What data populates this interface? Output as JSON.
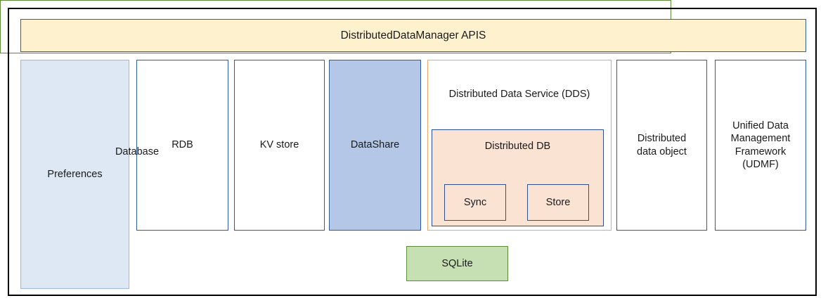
{
  "diagram": {
    "title_banner": {
      "label": "DistributedDataManager APIS",
      "fill": "#FDF1CE",
      "border": "#2E5E94"
    },
    "columns": {
      "preferences": {
        "label": "Preferences",
        "fill": "#DEE8F4",
        "border": "#9CB8DC"
      },
      "rdb": {
        "label": "RDB",
        "fill": "#FFFFFF",
        "border": "#2E5E94"
      },
      "kv_store": {
        "label": "KV store",
        "fill": "#FFFFFF",
        "border": "#2E5E94"
      },
      "datashare": {
        "label": "DataShare",
        "fill": "#B4C7E7",
        "border": "#2E5E94"
      },
      "distributed_data_object": {
        "label": "Distributed\ndata object",
        "fill": "#FFFFFF",
        "border": "#2E5E94"
      },
      "udmf": {
        "label": "Unified Data\nManagement\nFramework\n(UDMF)",
        "fill": "#FFFFFF",
        "border": "#2E5E94"
      }
    },
    "dds": {
      "label": "Distributed Data Service (DDS)",
      "fill": "#FFFFFF",
      "border": "#E8A96B",
      "distributed_db": {
        "label": "Distributed DB",
        "fill": "#FBE3D4",
        "border": "#2E4F91",
        "children": [
          {
            "label": "Sync",
            "fill": "#FBE3D4",
            "border": "#2E4F91"
          },
          {
            "label": "Store",
            "fill": "#FBE3D4",
            "border": "#2E4F91"
          }
        ]
      }
    },
    "database_bar": {
      "label": "Database",
      "fill": "#FFFFFF",
      "border": "#5C8C3A",
      "sqlite": {
        "label": "SQLite",
        "fill": "#C6E0B4",
        "border": "#5C8C3A"
      }
    },
    "frame": {
      "border": "#000000"
    }
  }
}
